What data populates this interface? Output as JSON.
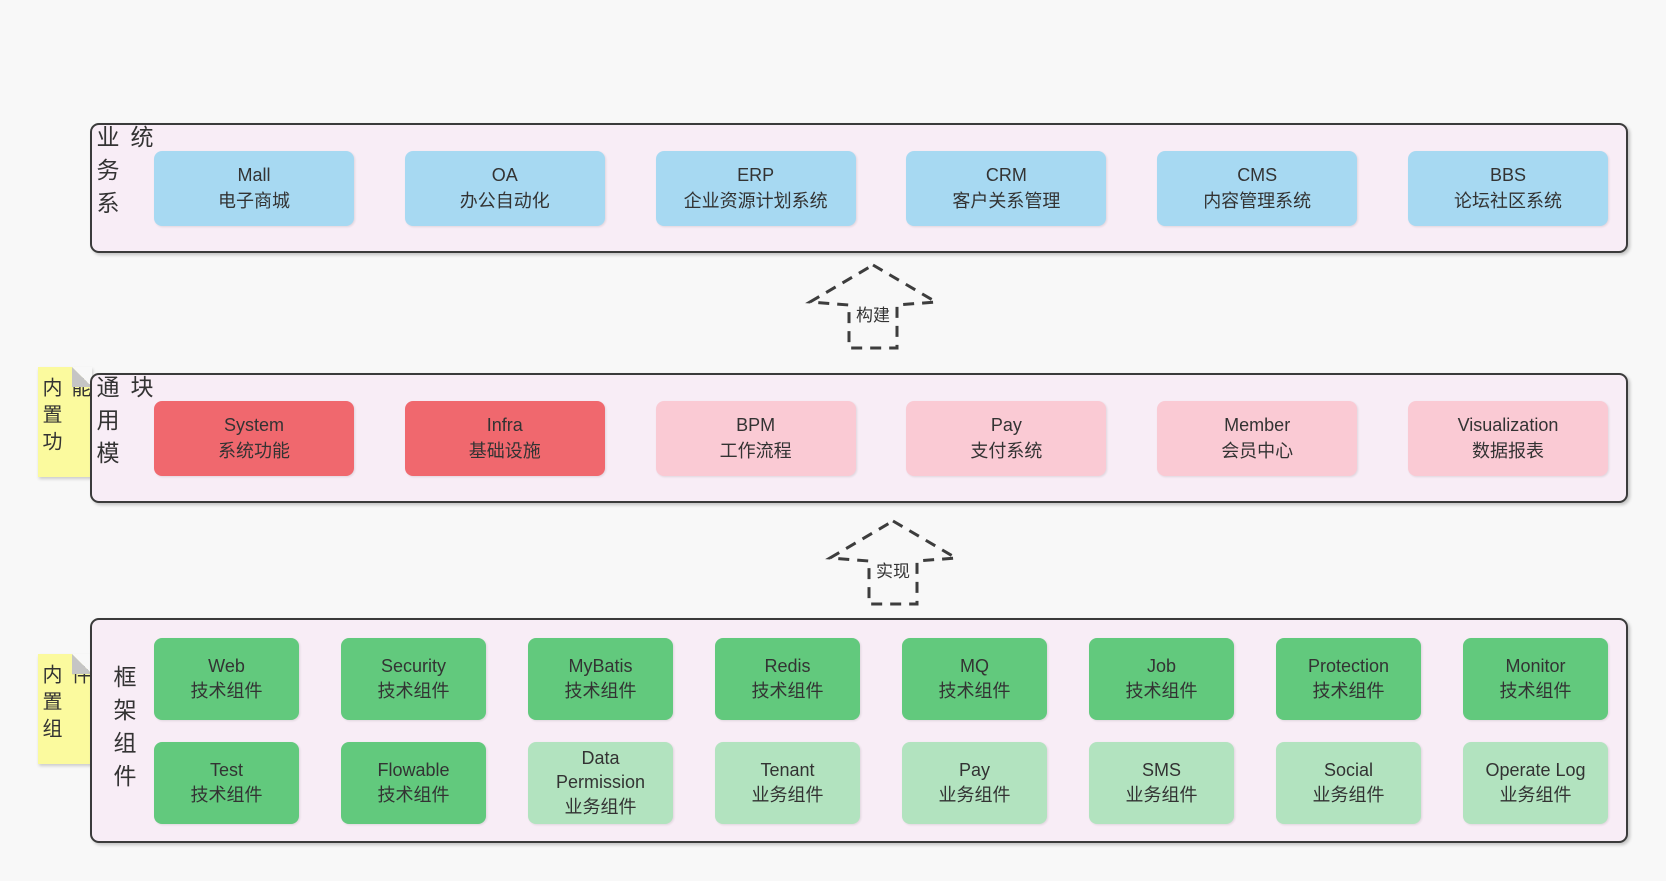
{
  "colors": {
    "page_background": "#f8f8f8",
    "layer_background": "#f8edf6",
    "layer_border": "#3b3b3b",
    "business_system_box": "#a7d9f2",
    "core_module_box": "#f0686e",
    "extension_module_box": "#facad4",
    "tech_component_box": "#62c97d",
    "biz_component_box": "#b2e3bf",
    "sticky_note": "#fbfa9e",
    "text": "#333333"
  },
  "arrows": [
    {
      "label": "构建"
    },
    {
      "label": "实现"
    }
  ],
  "layers": [
    {
      "id": "business-systems",
      "label": "业务系统",
      "boxes": [
        {
          "name": "Mall",
          "subtitle": "电子商城",
          "variant": "blue"
        },
        {
          "name": "OA",
          "subtitle": "办公自动化",
          "variant": "blue"
        },
        {
          "name": "ERP",
          "subtitle": "企业资源计划系统",
          "variant": "blue"
        },
        {
          "name": "CRM",
          "subtitle": "客户关系管理",
          "variant": "blue"
        },
        {
          "name": "CMS",
          "subtitle": "内容管理系统",
          "variant": "blue"
        },
        {
          "name": "BBS",
          "subtitle": "论坛社区系统",
          "variant": "blue"
        }
      ]
    },
    {
      "id": "common-modules",
      "label": "通用模块",
      "sticky_note": "内置功能",
      "boxes": [
        {
          "name": "System",
          "subtitle": "系统功能",
          "variant": "red"
        },
        {
          "name": "Infra",
          "subtitle": "基础设施",
          "variant": "red"
        },
        {
          "name": "BPM",
          "subtitle": "工作流程",
          "variant": "pink"
        },
        {
          "name": "Pay",
          "subtitle": "支付系统",
          "variant": "pink"
        },
        {
          "name": "Member",
          "subtitle": "会员中心",
          "variant": "pink"
        },
        {
          "name": "Visualization",
          "subtitle": "数据报表",
          "variant": "pink"
        }
      ]
    },
    {
      "id": "framework-components",
      "label": "框架组件",
      "sticky_note": "内置组件",
      "rows": [
        [
          {
            "name": "Web",
            "subtitle": "技术组件",
            "variant": "green"
          },
          {
            "name": "Security",
            "subtitle": "技术组件",
            "variant": "green"
          },
          {
            "name": "MyBatis",
            "subtitle": "技术组件",
            "variant": "green"
          },
          {
            "name": "Redis",
            "subtitle": "技术组件",
            "variant": "green"
          },
          {
            "name": "MQ",
            "subtitle": "技术组件",
            "variant": "green"
          },
          {
            "name": "Job",
            "subtitle": "技术组件",
            "variant": "green"
          },
          {
            "name": "Protection",
            "subtitle": "技术组件",
            "variant": "green"
          },
          {
            "name": "Monitor",
            "subtitle": "技术组件",
            "variant": "green"
          }
        ],
        [
          {
            "name": "Test",
            "subtitle": "技术组件",
            "variant": "green"
          },
          {
            "name": "Flowable",
            "subtitle": "技术组件",
            "variant": "green"
          },
          {
            "name": "Data Permission",
            "subtitle": "业务组件",
            "variant": "green-light"
          },
          {
            "name": "Tenant",
            "subtitle": "业务组件",
            "variant": "green-light"
          },
          {
            "name": "Pay",
            "subtitle": "业务组件",
            "variant": "green-light"
          },
          {
            "name": "SMS",
            "subtitle": "业务组件",
            "variant": "green-light"
          },
          {
            "name": "Social",
            "subtitle": "业务组件",
            "variant": "green-light"
          },
          {
            "name": "Operate Log",
            "subtitle": "业务组件",
            "variant": "green-light"
          }
        ]
      ]
    }
  ]
}
